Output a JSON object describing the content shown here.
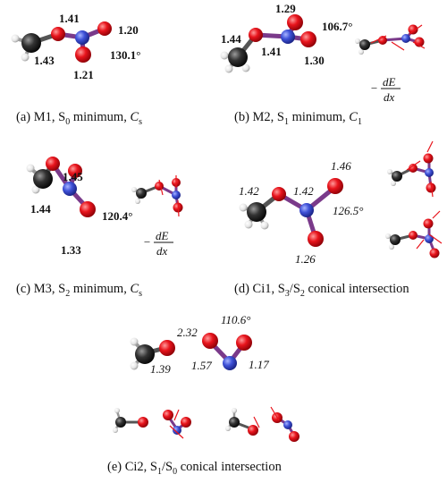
{
  "panels": {
    "a": {
      "caption_label": "(a) M1, S",
      "caption_sub": "0",
      "caption_rest": " minimum, ",
      "caption_sym": "C",
      "caption_sym_sub": "s",
      "bond_no": "1.41",
      "bond_no2": "1.20",
      "bond_no3": "1.21",
      "bond_co": "1.43",
      "angle": "130.1°"
    },
    "b": {
      "caption_label": "(b) M2, S",
      "caption_sub": "1",
      "caption_rest": " minimum, ",
      "caption_sym": "C",
      "caption_sym_sub": "1",
      "bond_no2_top": "1.29",
      "angle": "106.7°",
      "bond_co": "1.44",
      "bond_on": "1.41",
      "bond_no2_bottom": "1.30",
      "grad_prefix": "−",
      "grad_num": "dE",
      "grad_den": "dx"
    },
    "c": {
      "caption_label": "(c) M3, S",
      "caption_sub": "2",
      "caption_rest": " minimum, ",
      "caption_sym": "C",
      "caption_sym_sub": "s",
      "bond_on": "1.45",
      "bond_co": "1.44",
      "angle": "120.4°",
      "bond_no_bottom": "1.33",
      "grad_prefix": "−",
      "grad_num": "dE",
      "grad_den": "dx"
    },
    "d": {
      "caption_label": "(d) Ci1, S",
      "caption_sub": "3",
      "caption_mid": "/S",
      "caption_sub2": "2",
      "caption_rest": " conical intersection",
      "bond_top_right": "1.46",
      "bond_co": "1.42",
      "bond_on": "1.42",
      "angle": "126.5°",
      "bond_bottom": "1.26"
    },
    "e": {
      "caption_label": "(e) Ci2, S",
      "caption_sub": "1",
      "caption_mid": "/S",
      "caption_sub2": "0",
      "caption_rest": " conical intersection",
      "dist_c_o": "2.32",
      "angle": "110.6°",
      "bond_ch": "1.39",
      "bond_no1": "1.57",
      "bond_no2": "1.17"
    }
  },
  "colors": {
    "oxygen": "#e8141c",
    "nitrogen": "#3f52d8",
    "carbon": "#2f2f2f",
    "hydrogen": "#f2f2f2",
    "vector": "#e8141c"
  }
}
